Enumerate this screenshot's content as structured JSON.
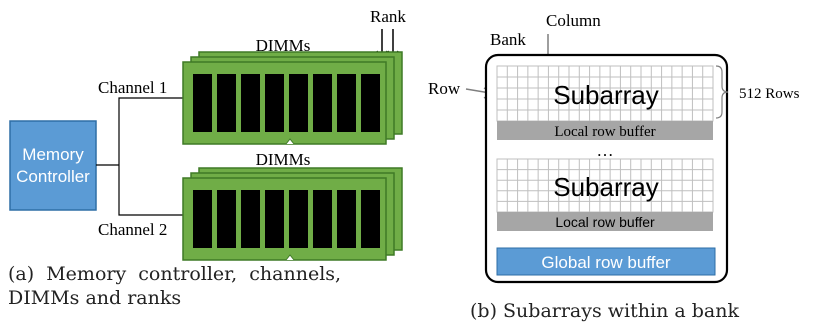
{
  "panel_a": {
    "memory_controller": "Memory Controller",
    "memory_controller_lines": [
      "Memory",
      "Controller"
    ],
    "channel1_label": "Channel 1",
    "channel2_label": "Channel 2",
    "dimms_label_top": "DIMMs",
    "dimms_label_bottom": "DIMMs",
    "rank_label": "Rank",
    "caption_line1": "(a)  Memory  controller,  channels,",
    "caption_line2": "DIMMs and ranks"
  },
  "panel_b": {
    "bank_label": "Bank",
    "column_label": "Column",
    "row_label": "Row",
    "rows_count_label": "512 Rows",
    "subarray_label_top": "Subarray",
    "subarray_label_bottom": "Subarray",
    "local_row_buffer_top": "Local row buffer",
    "local_row_buffer_bottom": "Local row buffer",
    "ellipsis": "…",
    "global_row_buffer": "Global row buffer",
    "caption": "(b) Subarrays within a bank"
  },
  "colors": {
    "controller_fill": "#5b9bd5",
    "controller_stroke": "#2e6ea6",
    "dimm_fill": "#70ad47",
    "dimm_stroke": "#3f7a26",
    "chip_fill": "#000000",
    "row_buffer_fill": "#a6a6a6",
    "global_buffer_fill": "#5b9bd5",
    "grid_line": "#bfbfbf"
  }
}
